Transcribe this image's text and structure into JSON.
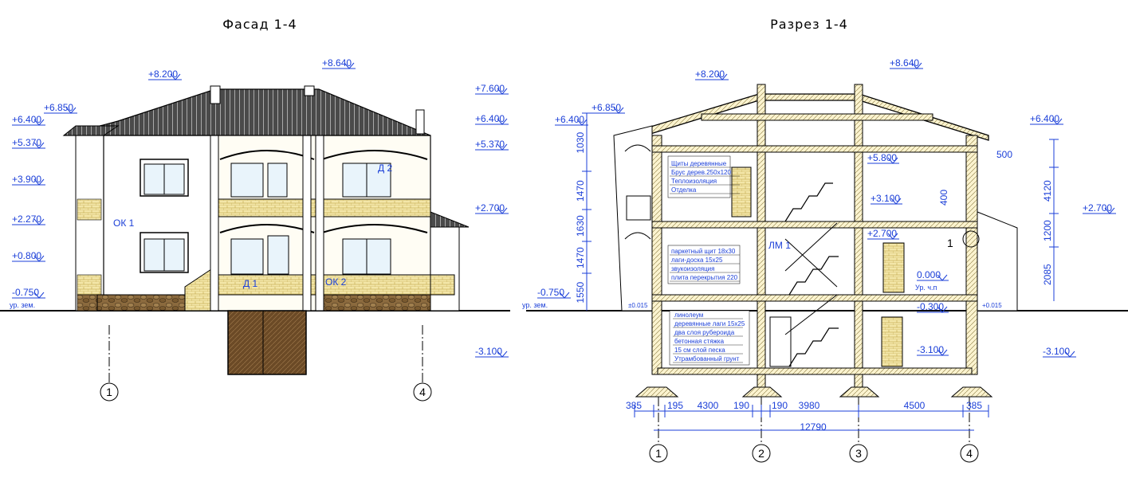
{
  "titles": {
    "facade": "Фасад 1-4",
    "section": "Разрез 1-4"
  },
  "facade": {
    "levels_left": [
      "+6.850",
      "+6.400",
      "+5.370",
      "+3.900",
      "+2.270",
      "+0.800",
      "-0.750"
    ],
    "ground_label": "ур. зем.",
    "levels_top": [
      "+8.200",
      "+8.640"
    ],
    "levels_right": [
      "+7.600",
      "+6.400",
      "+5.370",
      "+2.700",
      "-3.100"
    ],
    "window_marks": [
      "ОК 1",
      "ОК 2",
      "Д 1",
      "Д 2"
    ],
    "axes": [
      "1",
      "4"
    ]
  },
  "section": {
    "levels_left": [
      "+6.850",
      "+6.400",
      "-0.750"
    ],
    "ground_label": "ур. зем.",
    "levels_top": [
      "+8.200",
      "+8.640"
    ],
    "levels_right": [
      "+6.400",
      "+2.700",
      "-3.100"
    ],
    "levels_inner": [
      "+5.800",
      "+3.100",
      "+2.700",
      "0.000",
      "-0.300",
      "-3.100"
    ],
    "floor_label": "Ур. ч.п",
    "vertical_dims_left": [
      "1030",
      "1470",
      "1630",
      "1470",
      "1550"
    ],
    "vertical_dims_right": [
      "500",
      "4120",
      "1200",
      "2085"
    ],
    "dim_400": "400",
    "stair_mark": "ЛМ 1",
    "node_mark": "1",
    "small_marks": [
      "±0.015",
      "+0.015"
    ],
    "roof_layers": [
      "Щиты деревянные",
      "Брус дерев.250х120",
      "Теплоизоляция",
      "Отделка"
    ],
    "floor2_layers": [
      "паркетный щит 18х30",
      "лаги-доска 15х25",
      "звукоизоляция",
      "плита перекрытия 220"
    ],
    "floor1_layers": [
      "линолеум",
      "деревянные лаги 15х25",
      "два слоя рубероида",
      "бетонная стяжка",
      "15 см слой песка",
      "Утрамбованный грунт"
    ],
    "bottom_dims": [
      "385",
      "195",
      "4300",
      "190",
      "190",
      "3980",
      "4500",
      "385"
    ],
    "total_dim": "12790",
    "axes": [
      "1",
      "2",
      "3",
      "4"
    ]
  }
}
